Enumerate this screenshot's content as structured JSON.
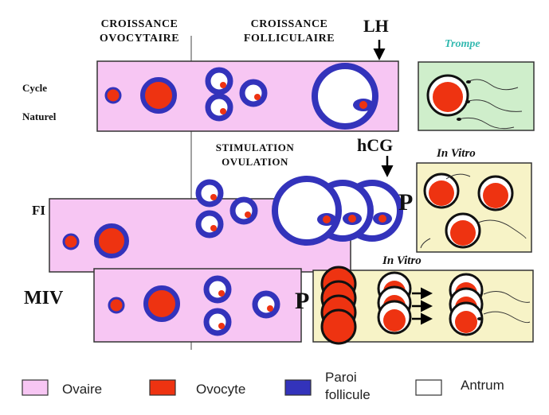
{
  "headers": {
    "ovocytaire": [
      "CROISSANCE",
      "OVOCYTAIRE"
    ],
    "folliculaire": [
      "CROISSANCE",
      "FOLLICULAIRE"
    ],
    "stimulation": [
      "STIMULATION",
      "OVULATION"
    ]
  },
  "rows": {
    "cycle_naturel": [
      "Cycle",
      "Naturel"
    ],
    "fiv": "FI",
    "miv": "MIV"
  },
  "hormones": {
    "lh": "LH",
    "hcg": "hCG"
  },
  "ponction": {
    "p1": "P",
    "p2": "P"
  },
  "panels": {
    "trompe": "Trompe",
    "in_vitro_1": "In Vitro",
    "in_vitro_2": "In Vitro"
  },
  "legend": {
    "ovaire": "Ovaire",
    "ovocyte": "Ovocyte",
    "paroi": [
      "Paroi",
      "follicule"
    ],
    "antrum": "Antrum"
  },
  "colors": {
    "ovaire": "#f7c6f3",
    "ovocyte": "#ee3311",
    "paroi": "#3333bb",
    "antrum": "#ffffff",
    "trompe_bg": "#cfeecb",
    "invitro_bg": "#f7f3c7",
    "trompe_text": "#33b9b0"
  }
}
